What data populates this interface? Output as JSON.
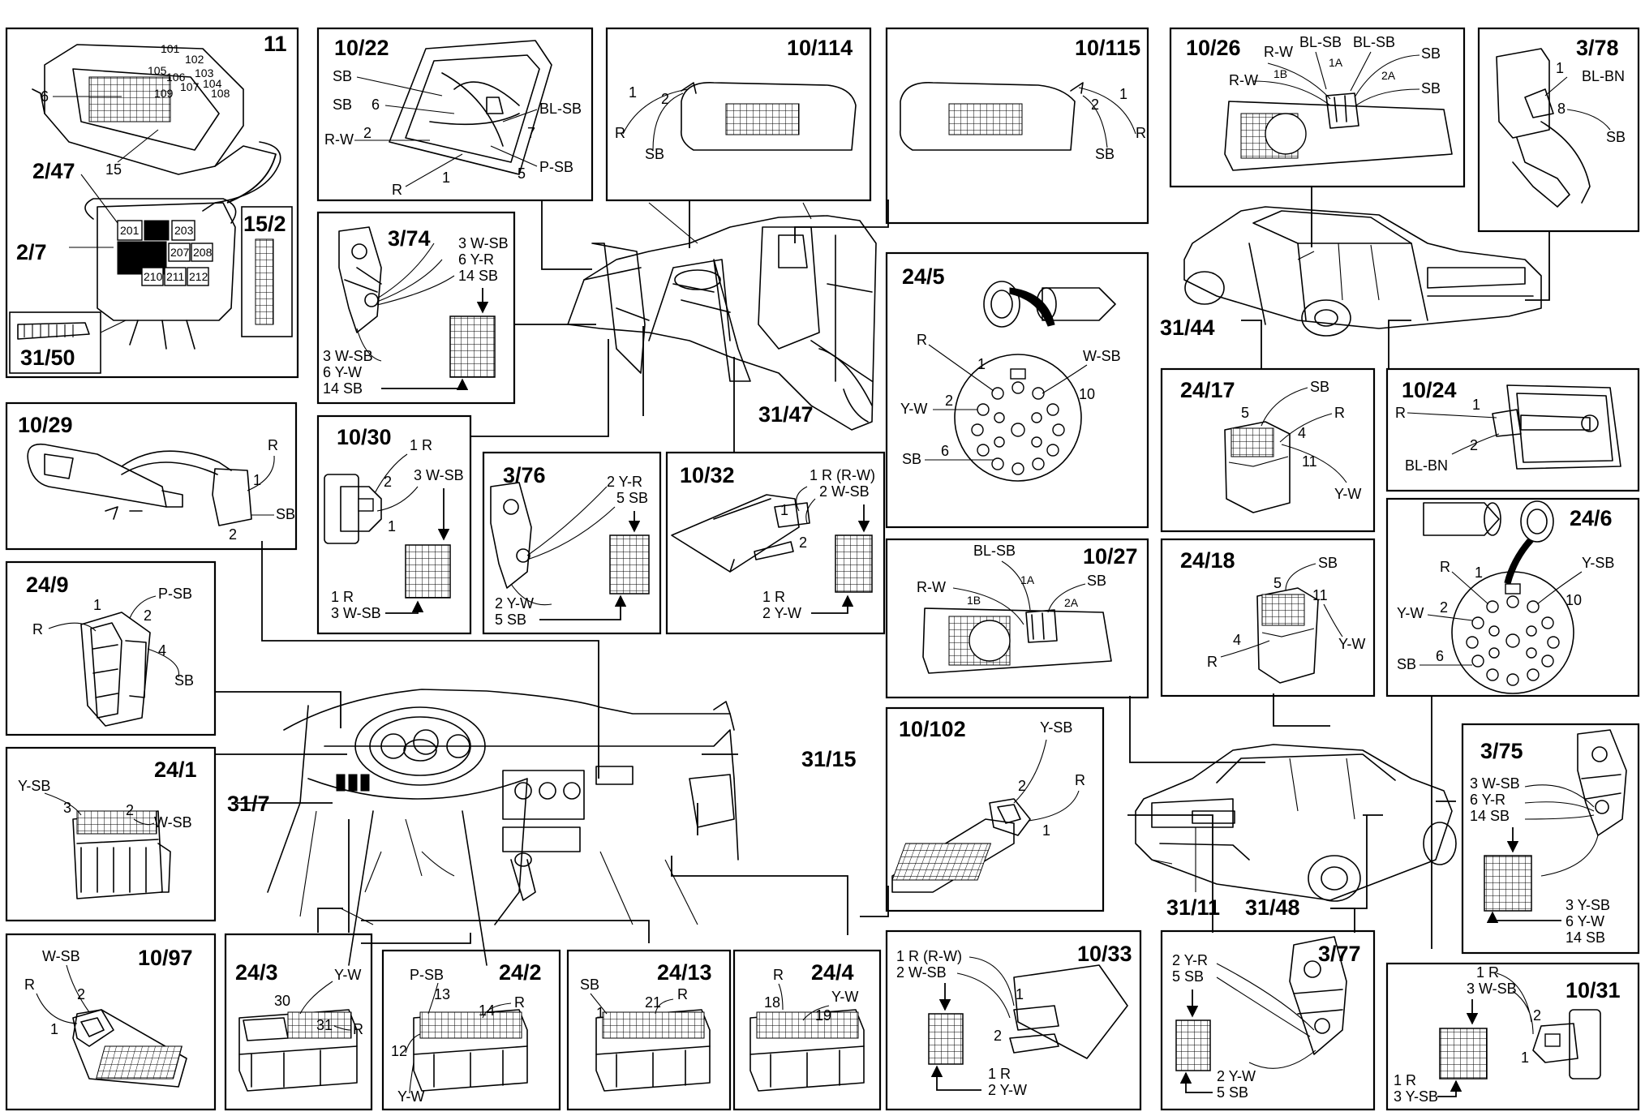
{
  "panels": {
    "p11": {
      "title": "11",
      "labels": {
        "a": "6",
        "b": "15",
        "c": "101",
        "d": "102",
        "e": "103",
        "f": "104",
        "g": "105",
        "h": "106",
        "i": "107",
        "j": "108",
        "k": "109"
      }
    },
    "p2_47": {
      "title": "2/47"
    },
    "p2_7": {
      "title": "2/7"
    },
    "p15_2": {
      "title": "15/2"
    },
    "p31_50": {
      "title": "31/50"
    },
    "fusebox": {
      "labels": {
        "a": "201",
        "b": "203",
        "c": "207",
        "d": "208",
        "e": "210",
        "f": "211",
        "g": "212"
      }
    },
    "p10_22": {
      "title": "10/22",
      "labels": {
        "a": "SB",
        "b": "SB",
        "c": "6",
        "d": "R-W",
        "e": "2",
        "f": "R",
        "g": "1",
        "h": "BL-SB",
        "i": "7",
        "j": "P-SB",
        "k": "5"
      }
    },
    "p10_114": {
      "title": "10/114",
      "labels": {
        "a": "1",
        "b": "2",
        "c": "R",
        "d": "SB"
      }
    },
    "p10_115": {
      "title": "10/115",
      "labels": {
        "a": "1",
        "b": "2",
        "c": "R",
        "d": "SB"
      }
    },
    "p10_26": {
      "title": "10/26",
      "labels": {
        "a": "R-W",
        "b": "BL-SB",
        "c": "BL-SB",
        "d": "SB",
        "e": "R-W",
        "f": "1B",
        "g": "1A",
        "h": "2A",
        "i": "SB"
      }
    },
    "p3_78": {
      "title": "3/78",
      "labels": {
        "a": "1",
        "b": "BL-BN",
        "c": "8",
        "d": "SB"
      }
    },
    "p3_74": {
      "title": "3/74",
      "labels": {
        "a": "3 W-SB",
        "b": "6 Y-R",
        "c": "14 SB",
        "d": "3 W-SB",
        "e": "6 Y-W",
        "f": "14 SB"
      }
    },
    "p24_5": {
      "title": "24/5",
      "labels": {
        "a": "R",
        "b": "1",
        "c": "W-SB",
        "d": "Y-W",
        "e": "2",
        "f": "10",
        "g": "SB",
        "h": "6"
      }
    },
    "p31_44": {
      "title": "31/44"
    },
    "p10_29": {
      "title": "10/29",
      "labels": {
        "a": "R",
        "b": "1",
        "c": "SB",
        "d": "2"
      }
    },
    "p10_30": {
      "title": "10/30",
      "labels": {
        "a": "1 R",
        "b": "2",
        "c": "3 W-SB",
        "d": "1",
        "e": "1 R",
        "f": "3 W-SB"
      }
    },
    "p3_76": {
      "title": "3/76",
      "labels": {
        "a": "2 Y-R",
        "b": "5 SB",
        "c": "2 Y-W",
        "d": "5 SB"
      }
    },
    "p10_32": {
      "title": "10/32",
      "labels": {
        "a": "1 R (R-W)",
        "b": "2 W-SB",
        "c": "1",
        "d": "2",
        "e": "1 R",
        "f": "2 Y-W"
      }
    },
    "p31_47": {
      "title": "31/47"
    },
    "p24_17": {
      "title": "24/17",
      "labels": {
        "a": "5",
        "b": "SB",
        "c": "R",
        "d": "4",
        "e": "11",
        "f": "Y-W"
      }
    },
    "p10_24": {
      "title": "10/24",
      "labels": {
        "a": "R",
        "b": "1",
        "c": "2",
        "d": "BL-BN"
      }
    },
    "p24_9": {
      "title": "24/9",
      "labels": {
        "a": "1",
        "b": "P-SB",
        "c": "2",
        "d": "R",
        "e": "4",
        "f": "SB"
      }
    },
    "p10_27": {
      "title": "10/27",
      "labels": {
        "a": "BL-SB",
        "b": "SB",
        "c": "R-W",
        "d": "1B",
        "e": "1A",
        "f": "2A"
      }
    },
    "p24_18": {
      "title": "24/18",
      "labels": {
        "a": "SB",
        "b": "5",
        "c": "11",
        "d": "Y-W",
        "e": "4",
        "f": "R"
      }
    },
    "p24_6": {
      "title": "24/6",
      "labels": {
        "a": "R",
        "b": "1",
        "c": "Y-SB",
        "d": "Y-W",
        "e": "2",
        "f": "10",
        "g": "SB",
        "h": "6"
      }
    },
    "p24_1": {
      "title": "24/1",
      "labels": {
        "a": "Y-SB",
        "b": "3",
        "c": "2",
        "d": "W-SB"
      }
    },
    "p31_7": {
      "title": "31/7"
    },
    "p31_15": {
      "title": "31/15"
    },
    "p10_102": {
      "title": "10/102",
      "labels": {
        "a": "Y-SB",
        "b": "2",
        "c": "R",
        "d": "1"
      }
    },
    "p3_75": {
      "title": "3/75",
      "labels": {
        "a": "3 W-SB",
        "b": "6 Y-R",
        "c": "14 SB",
        "d": "3 Y-SB",
        "e": "6 Y-W",
        "f": "14 SB"
      }
    },
    "p31_11": {
      "title": "31/11"
    },
    "p31_48": {
      "title": "31/48"
    },
    "p10_97": {
      "title": "10/97",
      "labels": {
        "a": "W-SB",
        "b": "2",
        "c": "R",
        "d": "1"
      }
    },
    "p24_3": {
      "title": "24/3",
      "labels": {
        "a": "Y-W",
        "b": "30",
        "c": "31",
        "d": "R"
      }
    },
    "p24_2": {
      "title": "24/2",
      "labels": {
        "a": "P-SB",
        "b": "13",
        "c": "14",
        "d": "R",
        "e": "12",
        "f": "Y-W"
      }
    },
    "p24_13": {
      "title": "24/13",
      "labels": {
        "a": "SB",
        "b": "R",
        "c": "1",
        "d": "21"
      }
    },
    "p24_4": {
      "title": "24/4",
      "labels": {
        "a": "R",
        "b": "Y-W",
        "c": "18",
        "d": "19"
      }
    },
    "p10_33": {
      "title": "10/33",
      "labels": {
        "a": "1 R (R-W)",
        "b": "2 W-SB",
        "c": "1",
        "d": "2",
        "e": "1 R",
        "f": "2 Y-W"
      }
    },
    "p3_77": {
      "title": "3/77",
      "labels": {
        "a": "2 Y-R",
        "b": "5 SB",
        "c": "2 Y-W",
        "d": "5 SB"
      }
    },
    "p10_31": {
      "title": "10/31",
      "labels": {
        "a": "1 R",
        "b": "3 W-SB",
        "c": "2",
        "d": "1",
        "e": "1 R",
        "f": "3 Y-SB"
      }
    }
  }
}
